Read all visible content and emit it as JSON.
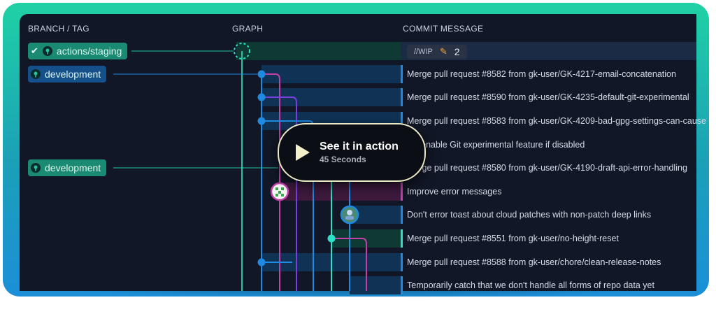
{
  "headers": {
    "branch_tag": "BRANCH / TAG",
    "graph": "GRAPH",
    "commit_message": "COMMIT MESSAGE"
  },
  "branches": {
    "staging": {
      "label": "actions/staging",
      "checked": "✔"
    },
    "development_1": {
      "label": "development"
    },
    "development_2": {
      "label": "development"
    }
  },
  "wip": {
    "label": "//WIP",
    "count": "2"
  },
  "commits": [
    "Merge pull request #8582 from gk-user/GK-4217-email-concatenation",
    "Merge pull request #8590 from gk-user/GK-4235-default-git-experimental",
    "Merge pull request #8583 from gk-user/GK-4209-bad-gpg-settings-can-cause",
    "Re-enable Git experimental feature if disabled",
    "Merge pull request #8580 from gk-user/GK-4190-draft-api-error-handling",
    "Improve error messages",
    "Don't error toast about cloud patches with non-patch deep links",
    "Merge pull request #8551 from gk-user/no-height-reset",
    "Merge pull request #8588 from gk-user/chore/clean-release-notes",
    "Temporarily catch that we don't handle all forms of repo data yet"
  ],
  "cta": {
    "title": "See it in action",
    "subtitle": "45 Seconds"
  },
  "colors": {
    "teal": "#24c4a0",
    "blue": "#1f8ae0",
    "magenta": "#c33fa9",
    "purple": "#7b3fe4",
    "cyan": "#2fe0c8"
  }
}
